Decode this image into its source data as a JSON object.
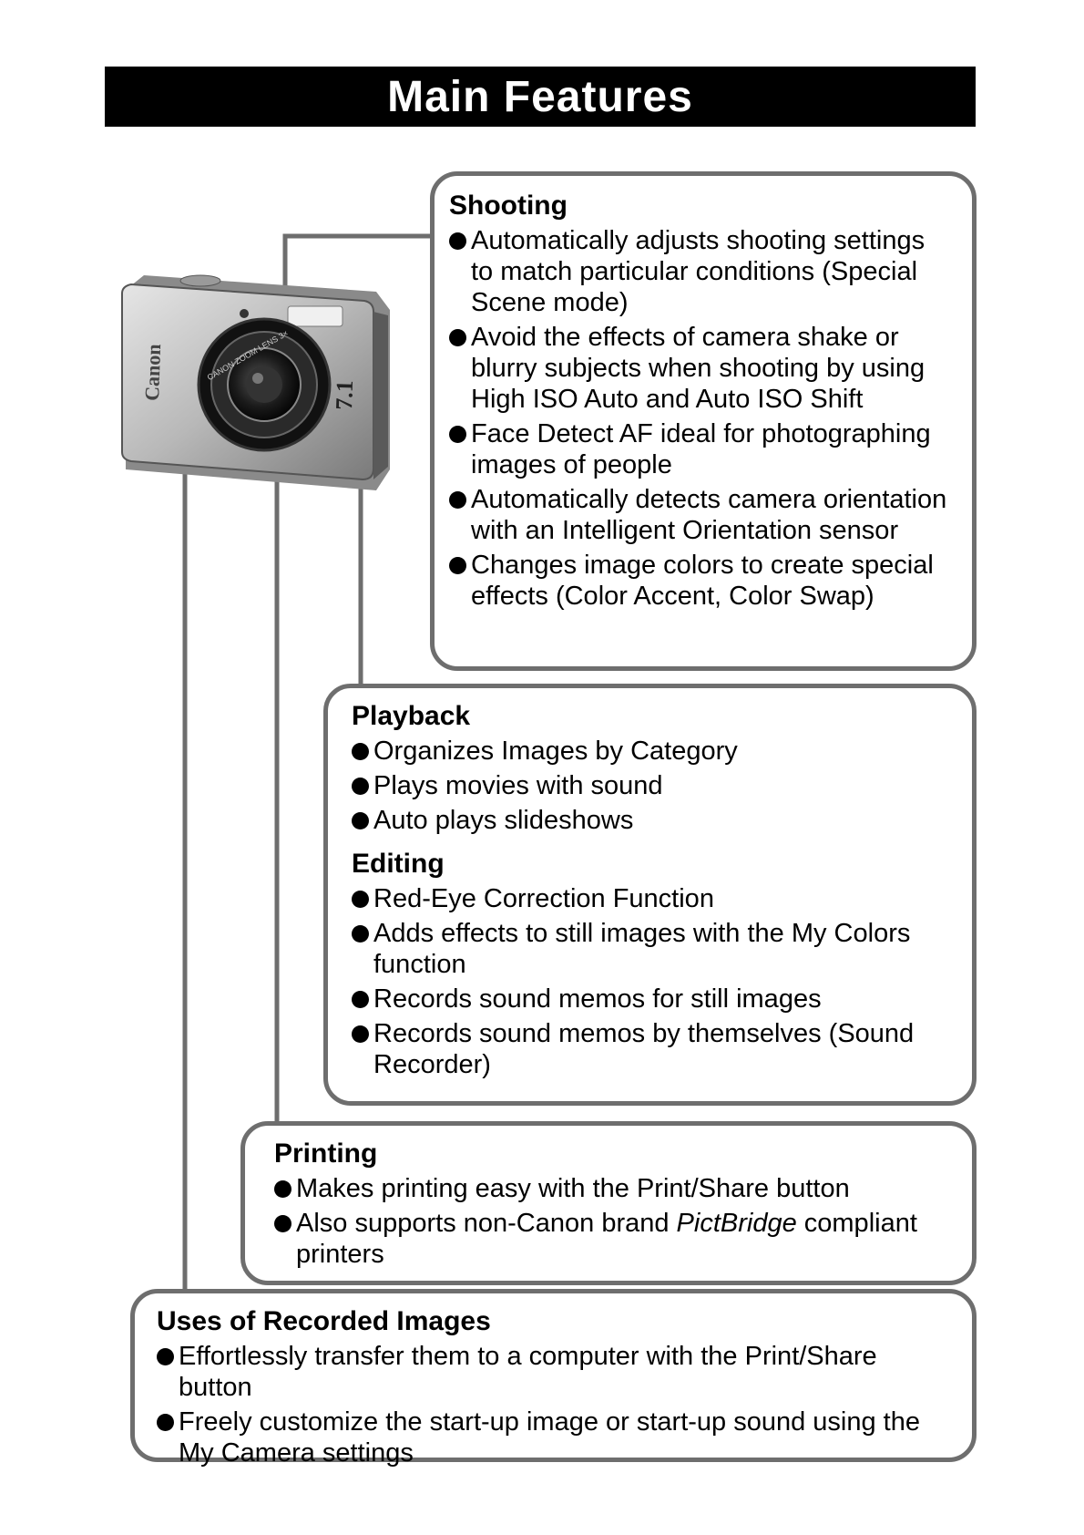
{
  "page": {
    "title": "Main Features"
  },
  "camera": {
    "brand_logo": "Canon",
    "lens_text": "CANON ZOOM LENS 3×",
    "megapixel_badge": "7.1"
  },
  "sections": {
    "shooting": {
      "heading": "Shooting",
      "items": [
        "Automatically adjusts shooting settings to match particular conditions (Special Scene mode)",
        "Avoid the effects of camera shake or blurry subjects when shooting by using High ISO Auto and Auto ISO Shift",
        "Face Detect AF ideal for photographing images of people",
        "Automatically detects camera orientation with an Intelligent Orientation sensor",
        "Changes image colors to create special effects (Color Accent, Color Swap)"
      ]
    },
    "playback": {
      "heading": "Playback",
      "items": [
        "Organizes Images by Category",
        "Plays movies with sound",
        "Auto plays slideshows"
      ]
    },
    "editing": {
      "heading": "Editing",
      "items": [
        "Red-Eye Correction Function",
        "Adds effects to still images with the My Colors function",
        "Records sound memos for still images",
        "Records sound memos by themselves (Sound Recorder)"
      ]
    },
    "printing": {
      "heading": "Printing",
      "items": [
        "Makes printing easy with the Print/Share button"
      ],
      "pictbridge_item": {
        "before": "Also supports non-Canon brand ",
        "emphasis": "PictBridge",
        "after": " compliant printers"
      }
    },
    "uses": {
      "heading": "Uses of Recorded Images",
      "items": [
        "Effortlessly transfer them to a computer with the Print/Share button",
        "Freely customize the start-up image or start-up sound using the My Camera settings"
      ]
    }
  },
  "colors": {
    "title_bar_bg": "#000000",
    "title_text": "#ffffff",
    "box_border": "#6e6e6e",
    "connector": "#6e6e6e"
  }
}
